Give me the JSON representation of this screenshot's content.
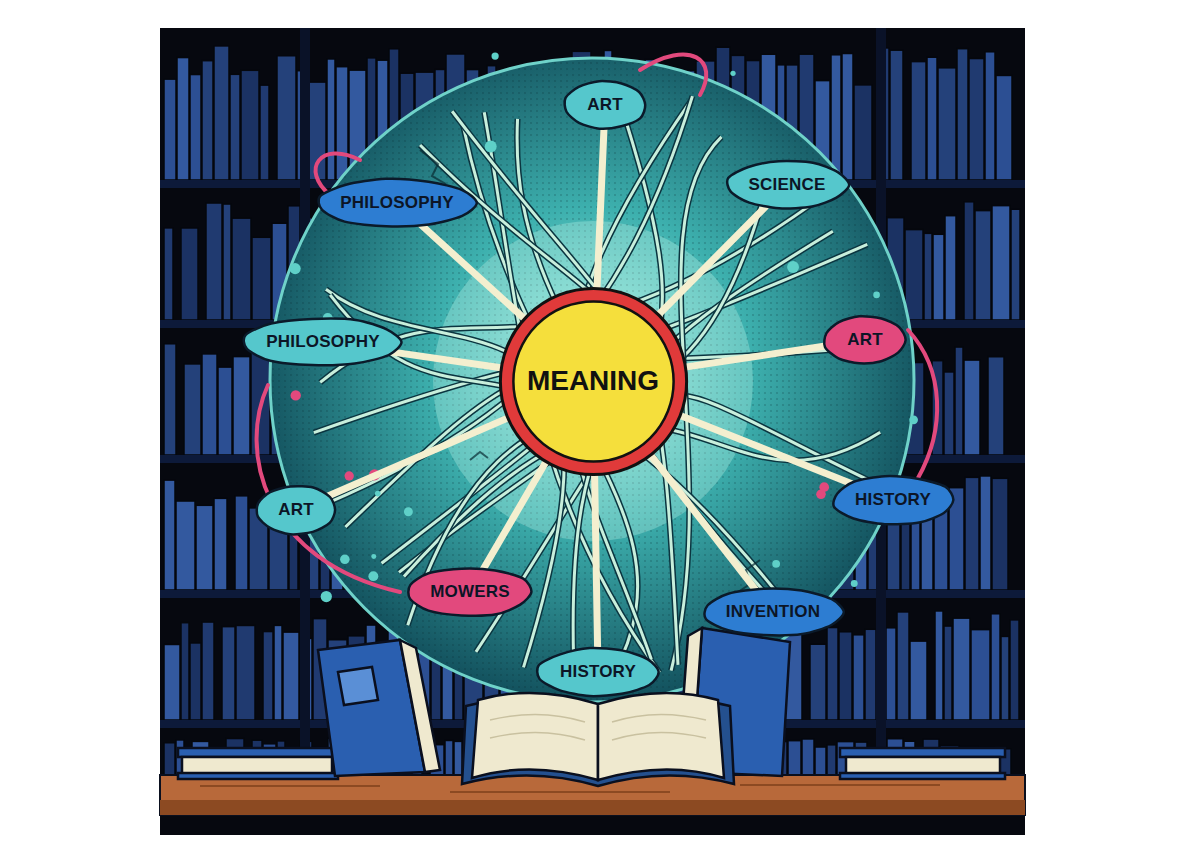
{
  "diagram": {
    "nodes": [
      {
        "text": [
          "MEANING"
        ]
      },
      {
        "text": [
          "ART"
        ]
      },
      {
        "text": [
          "PHILOSOPHY"
        ]
      },
      {
        "text": [
          "SCIENCE"
        ]
      },
      {
        "text": [
          "PHILOSOPHY"
        ]
      },
      {
        "text": [
          "ART"
        ]
      },
      {
        "text": [
          "HISTORY"
        ]
      },
      {
        "text": [
          "ART"
        ]
      },
      {
        "text": [
          "MOWERS"
        ]
      },
      {
        "text": [
          "INVENTION"
        ]
      },
      {
        "text": [
          "HISTORY"
        ]
      }
    ],
    "edges": [
      {
        "from": 0,
        "to": 1,
        "arrow": "none"
      },
      {
        "from": 0,
        "to": 2,
        "arrow": "none"
      },
      {
        "from": 0,
        "to": 3,
        "arrow": "none"
      },
      {
        "from": 0,
        "to": 4,
        "arrow": "none"
      },
      {
        "from": 0,
        "to": 5,
        "arrow": "none"
      },
      {
        "from": 0,
        "to": 6,
        "arrow": "none"
      },
      {
        "from": 0,
        "to": 7,
        "arrow": "none"
      },
      {
        "from": 0,
        "to": 8,
        "arrow": "none"
      },
      {
        "from": 0,
        "to": 9,
        "arrow": "none"
      },
      {
        "from": 0,
        "to": 10,
        "arrow": "none"
      }
    ]
  }
}
